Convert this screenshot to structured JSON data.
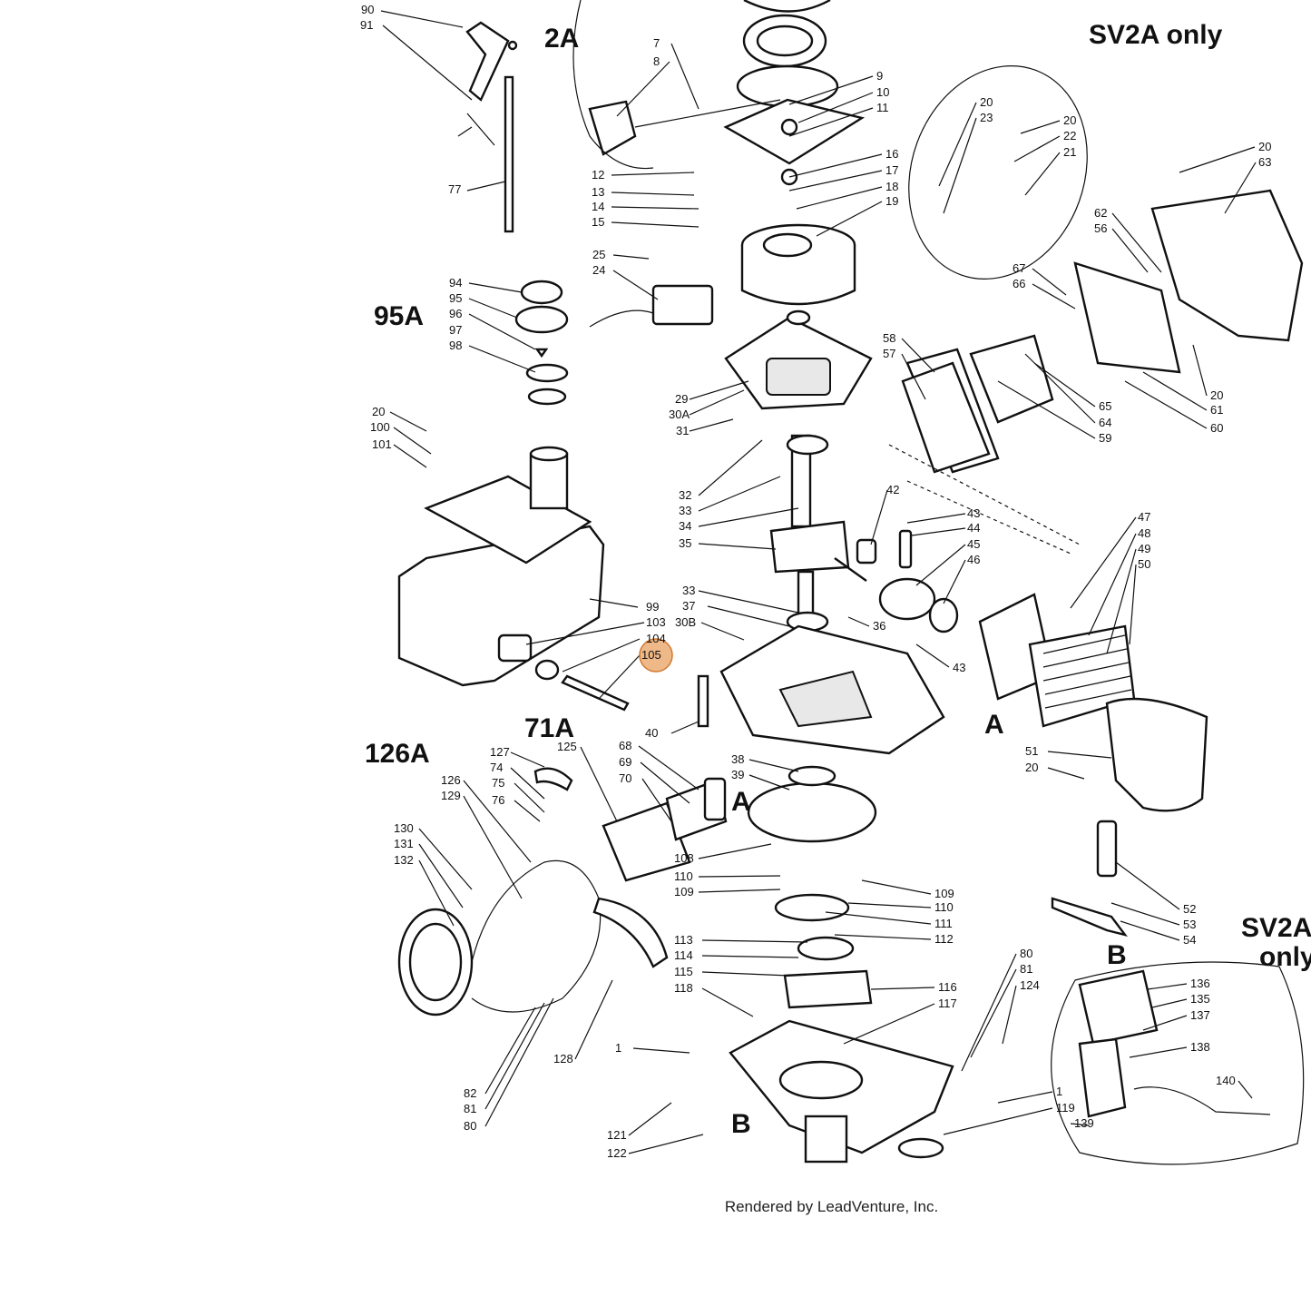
{
  "footer": "Rendered by LeadVenture, Inc.",
  "headings": {
    "sv2a_top": "SV2A only",
    "sv2a_bottom_line1": "SV2A",
    "sv2a_bottom_line2": "only"
  },
  "groups": [
    "2A",
    "95A",
    "71A",
    "126A",
    "A",
    "A",
    "B",
    "B"
  ],
  "labels": [
    "90",
    "91",
    "77",
    "7",
    "8",
    "9",
    "10",
    "11",
    "12",
    "13",
    "14",
    "15",
    "16",
    "17",
    "18",
    "19",
    "20",
    "23",
    "20",
    "22",
    "21",
    "20",
    "63",
    "62",
    "56",
    "67",
    "66",
    "58",
    "57",
    "65",
    "64",
    "59",
    "20",
    "61",
    "60",
    "25",
    "24",
    "94",
    "95",
    "96",
    "97",
    "98",
    "29",
    "30A",
    "31",
    "20",
    "100",
    "101",
    "32",
    "33",
    "34",
    "35",
    "42",
    "43",
    "44",
    "45",
    "46",
    "47",
    "48",
    "49",
    "50",
    "33",
    "37",
    "30B",
    "36",
    "43",
    "99",
    "103",
    "104",
    "105",
    "40",
    "38",
    "39",
    "68",
    "69",
    "70",
    "125",
    "127",
    "74",
    "75",
    "76",
    "126",
    "129",
    "130",
    "131",
    "132",
    "108",
    "110",
    "109",
    "109",
    "110",
    "111",
    "112",
    "113",
    "114",
    "115",
    "118",
    "116",
    "117",
    "80",
    "81",
    "124",
    "51",
    "20",
    "52",
    "53",
    "54",
    "136",
    "135",
    "137",
    "138",
    "140",
    "1",
    "82",
    "81",
    "80",
    "128",
    "121",
    "122",
    "1",
    "119",
    "139"
  ],
  "highlight": {
    "part": "105"
  }
}
